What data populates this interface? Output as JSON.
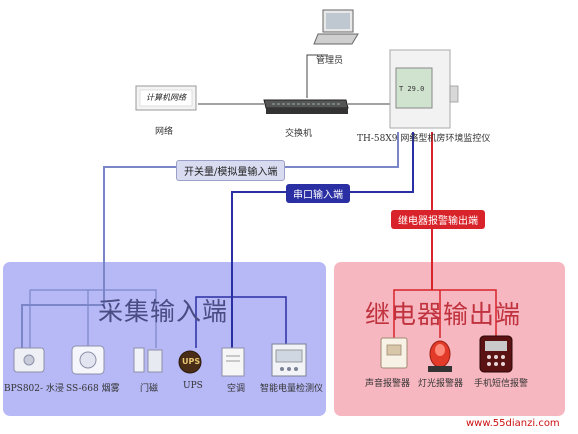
{
  "top": {
    "admin_label": "管理员",
    "network_label": "网络",
    "switch_label": "交换机",
    "monitor_label": "TH-58X9 网络型机房环境监控仪",
    "network_box_text": "计算机网络",
    "screen_text": "T 29.0"
  },
  "tags": {
    "switch_analog": "开关量/模拟量输入端",
    "serial": "串口输入端",
    "relay": "继电器报警输出端"
  },
  "left_panel": {
    "title": "采集输入端",
    "devices": [
      {
        "label": "BPS802- 水浸"
      },
      {
        "label": "SS-668 烟雾"
      },
      {
        "label": "门磁"
      },
      {
        "label": "UPS"
      },
      {
        "label": "空调"
      },
      {
        "label": "智能电量检测仪"
      }
    ],
    "ups_text": "UPS"
  },
  "right_panel": {
    "title": "继电器输出端",
    "devices": [
      {
        "label": "声音报警器"
      },
      {
        "label": "灯光报警器"
      },
      {
        "label": "手机短信报警"
      }
    ]
  },
  "watermark": "www.55dianzi.com",
  "colors": {
    "left_panel": "#b7b8f6",
    "right_panel": "#f7b7c0",
    "switch_wire": "#7a86c8",
    "serial_wire": "#2a2fa3",
    "relay_wire": "#d8232a",
    "left_title": "#4a4c84",
    "right_title": "#c0323e",
    "watermark": "#cc1111"
  }
}
